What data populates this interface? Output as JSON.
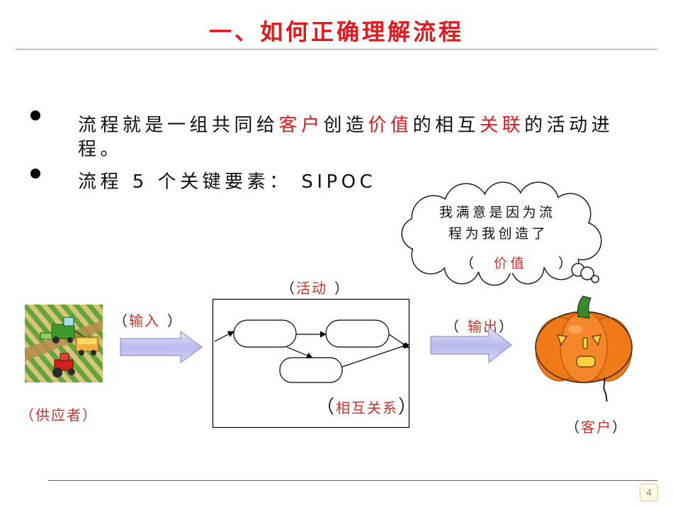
{
  "slide": {
    "title": "一、如何正确理解流程",
    "page_number": "4"
  },
  "colors": {
    "title_red": "#e3191e",
    "highlight_red": "#e3191e",
    "label_red": "#c8352a",
    "arrow_fill": "#b9b9ec",
    "pumpkin_orange": "#f07a18"
  },
  "bullets": [
    {
      "lines": [
        [
          {
            "text": "流程就是一组共同给",
            "highlight": false
          },
          {
            "text": "客户",
            "highlight": true
          },
          {
            "text": "创造",
            "highlight": false
          },
          {
            "text": "价值",
            "highlight": true
          },
          {
            "text": "的相互",
            "highlight": false
          },
          {
            "text": "关联",
            "highlight": true
          },
          {
            "text": "的活动进",
            "highlight": false
          }
        ],
        [
          {
            "text": "程。",
            "highlight": false
          }
        ]
      ]
    },
    {
      "lines": [
        [
          {
            "text": "流程 5 个关键要素： SIPOC",
            "highlight": false
          }
        ]
      ]
    }
  ],
  "sipoc": {
    "supplier": {
      "open": "（",
      "label": "供应者",
      "close": "）"
    },
    "input": {
      "open": "（",
      "label": "输入",
      "close": "）"
    },
    "process": {
      "open": "（",
      "label": "活动",
      "close": "）"
    },
    "relations": {
      "open": "（",
      "label": "相互关系",
      "close": "）"
    },
    "output": {
      "open": "（",
      "label": "输出",
      "close": "）"
    },
    "customer": {
      "open": "（",
      "label": "客户",
      "close": "）"
    },
    "customer_thought": {
      "line1": "我满意是因为流",
      "line2": "程为我创造了",
      "open": "（",
      "value": "价值",
      "close": "）"
    }
  },
  "icons": {
    "supplier": "farm-harvester-illustration",
    "customer": "jack-o-lantern-pumpkin",
    "flow_arrow": "block-arrow-right",
    "thought": "thought-cloud"
  }
}
